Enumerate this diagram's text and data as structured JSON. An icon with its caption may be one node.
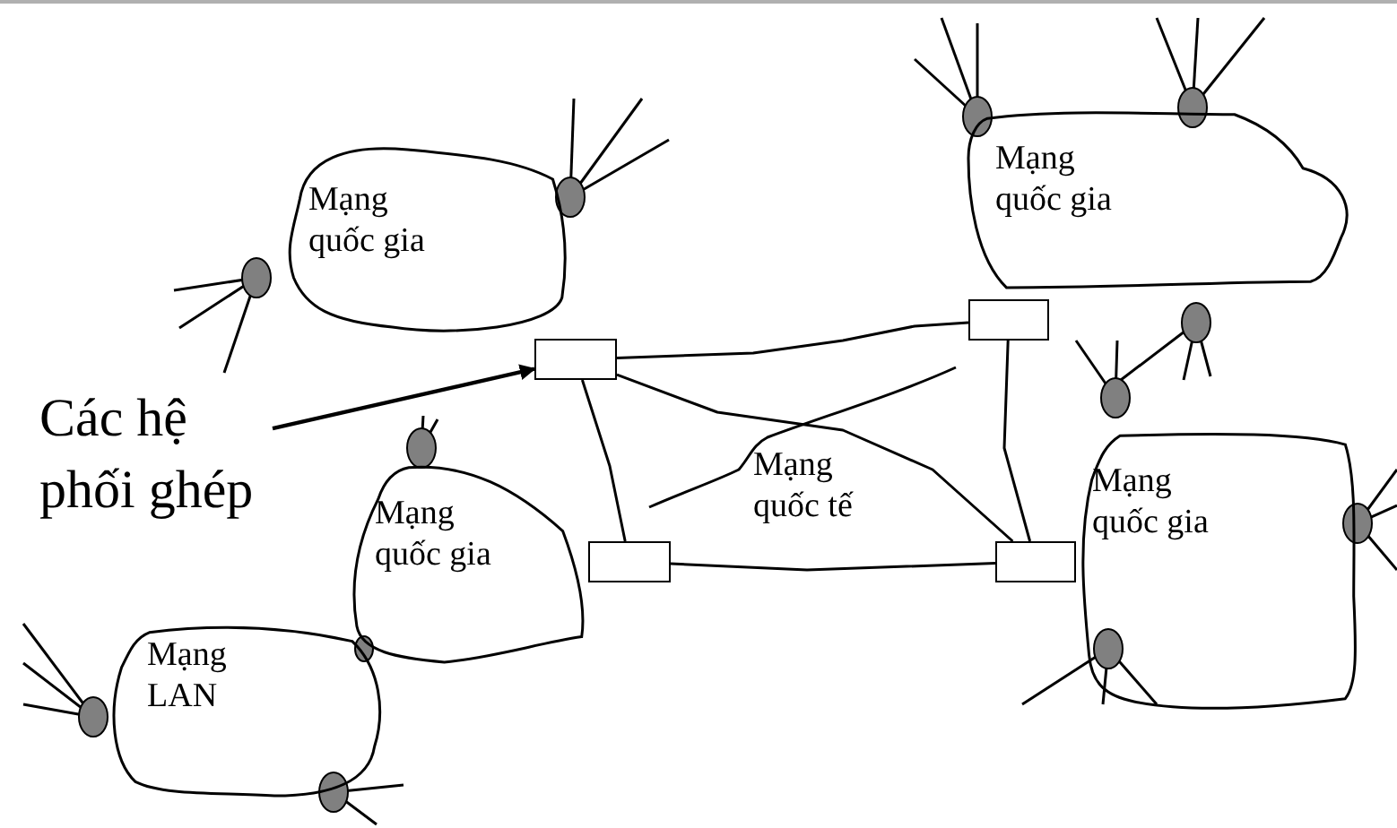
{
  "diagram": {
    "nodes": [
      {
        "text": [
          "Mạng quốc gia"
        ]
      },
      {
        "text": [
          "Mạng quốc gia"
        ]
      },
      {
        "text": [
          "Mạng quốc gia"
        ]
      },
      {
        "text": [
          "Mạng quốc tế"
        ]
      },
      {
        "text": [
          "Mạng quốc gia"
        ]
      },
      {
        "text": [
          "Mạng LAN"
        ]
      },
      {
        "text": [
          "Các hệ phối ghép"
        ]
      },
      {
        "text": [],
        "shape": "box"
      },
      {
        "text": [],
        "shape": "box"
      },
      {
        "text": [],
        "shape": "box"
      },
      {
        "text": [],
        "shape": "box"
      }
    ],
    "edges": [
      {
        "from": 6,
        "to": 7,
        "arrow": "to"
      },
      {
        "from": 7,
        "to": 8,
        "arrow": "none"
      },
      {
        "from": 7,
        "to": 10,
        "arrow": "none"
      },
      {
        "from": 7,
        "to": 9,
        "arrow": "none"
      },
      {
        "from": 8,
        "to": 10,
        "arrow": "none"
      },
      {
        "from": 9,
        "to": 10,
        "arrow": "none"
      }
    ]
  }
}
